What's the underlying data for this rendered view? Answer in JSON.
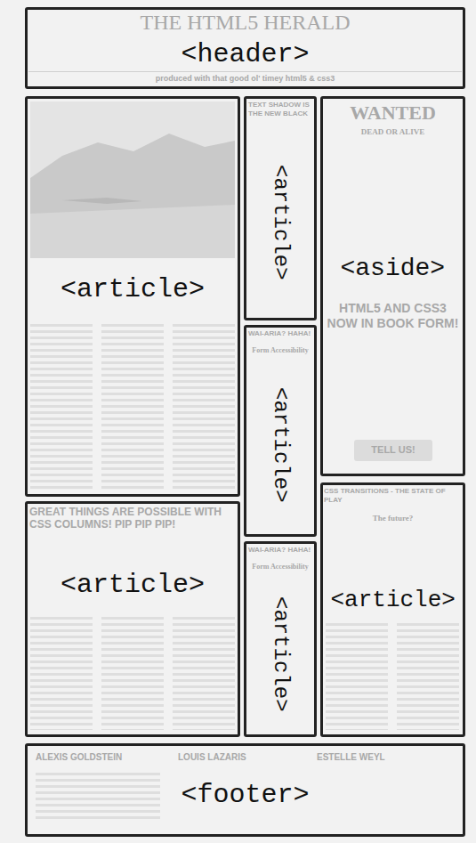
{
  "diagram": {
    "nodes": [
      {
        "text": [
          "<header>"
        ]
      },
      {
        "text": [
          "<article>"
        ]
      },
      {
        "text": [
          "<article>"
        ]
      },
      {
        "text": [
          "<aside>"
        ]
      },
      {
        "text": [
          "<article>"
        ]
      },
      {
        "text": [
          "<article>"
        ]
      },
      {
        "text": [
          "<article>"
        ]
      },
      {
        "text": [
          "<article>"
        ]
      },
      {
        "text": [
          "<footer>"
        ]
      }
    ],
    "labels": [
      "THE HTML5 HERALD",
      "produced with that good ol' timey html5 & css3",
      "TEXT SHADOW IS THE NEW BLACK",
      "WANTED",
      "DEAD OR ALIVE",
      "HTML5 AND CSS3 NOW IN BOOK FORM!",
      "TELL US!",
      "WAI-ARIA? HAHA!",
      "Form Accessibility",
      "CSS TRANSITIONS - THE STATE OF PLAY",
      "The future?",
      "GREAT THINGS ARE POSSIBLE WITH CSS COLUMNS! PIP PIP PIP!",
      "WAI-ARIA? HAHA!",
      "Form Accessibility",
      "ALEXIS GOLDSTEIN",
      "LOUIS LAZARIS",
      "ESTELLE WEYL"
    ]
  }
}
